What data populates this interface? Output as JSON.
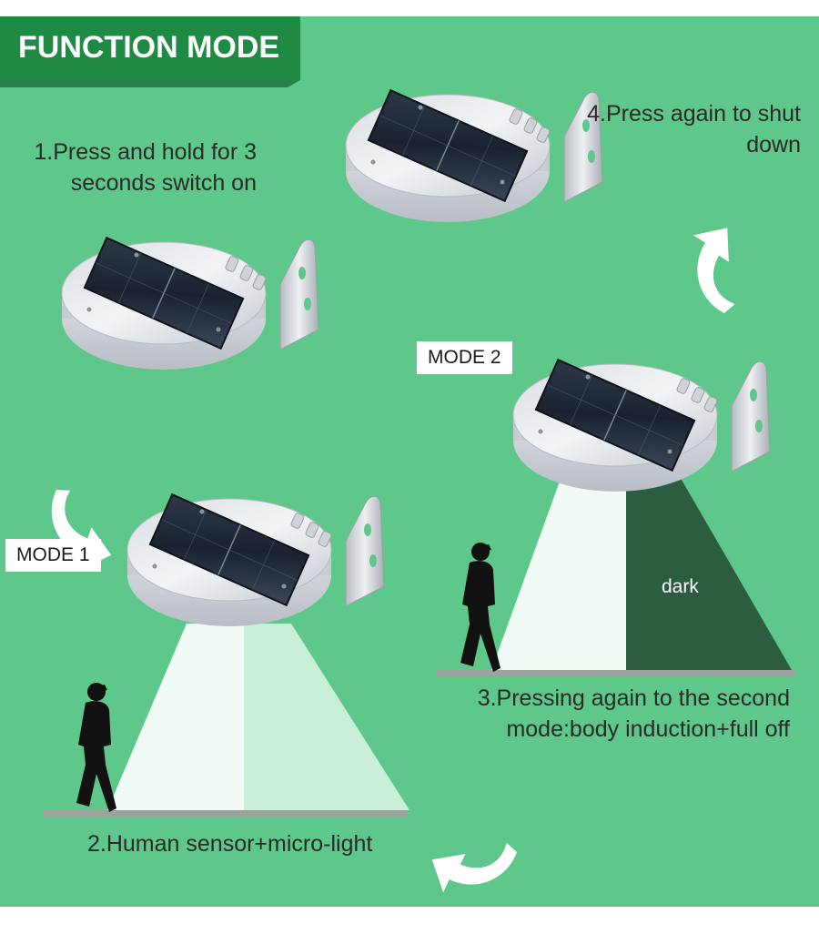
{
  "header": {
    "title": "FUNCTION MODE"
  },
  "colors": {
    "background": "#5ec78a",
    "header_band": "#1f8a44",
    "header_shadow": "#11652e",
    "floor": "#9aa39d",
    "dark_beam": "#2d5d40",
    "light_beam": "#f1fbf5",
    "micro_beam": "#c9efd8",
    "arrow": "#ffffff"
  },
  "steps": {
    "step1_line1": "1.Press and hold for 3",
    "step1_line2": "seconds switch on",
    "step2": "2.Human sensor+micro-light",
    "step3_line1": "3.Pressing again to the second",
    "step3_line2": "mode:body induction+full off",
    "step4_line1": "4.Press again to shut",
    "step4_line2": "down"
  },
  "modes": {
    "mode1": "MODE 1",
    "mode2": "MODE 2",
    "dark_label": "dark"
  },
  "icons": [
    "solar-lamp-icon",
    "person-silhouette-icon",
    "curved-arrow-icon"
  ]
}
